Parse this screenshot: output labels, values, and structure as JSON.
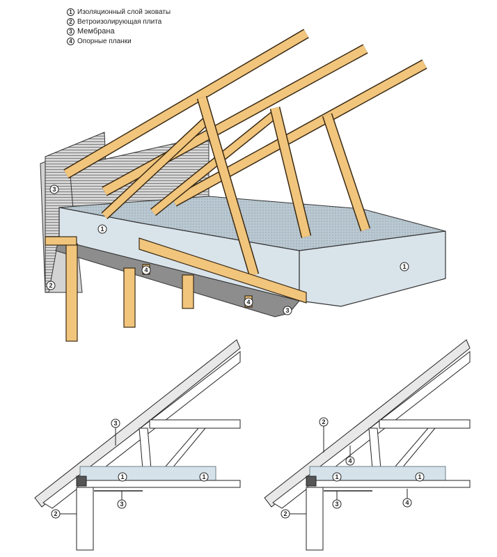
{
  "legend": [
    {
      "num": "1",
      "text": "Изоляционный слой эковаты"
    },
    {
      "num": "2",
      "text": "Ветроизолирующая плита"
    },
    {
      "num": "3",
      "text": "Мембрана"
    },
    {
      "num": "4",
      "text": "Опорные планки"
    }
  ],
  "top_labels": [
    "1",
    "1",
    "2",
    "3",
    "3",
    "4",
    "4"
  ],
  "left_section_labels": [
    "3",
    "1",
    "1",
    "3",
    "2"
  ],
  "right_section_labels": [
    "2",
    "4",
    "1",
    "1",
    "3",
    "4",
    "2"
  ],
  "colors": {
    "wood": "#f1c57c",
    "insulation": "#b9c8d1",
    "membrane": "#8d8d8d",
    "outline": "#3a2a14"
  }
}
